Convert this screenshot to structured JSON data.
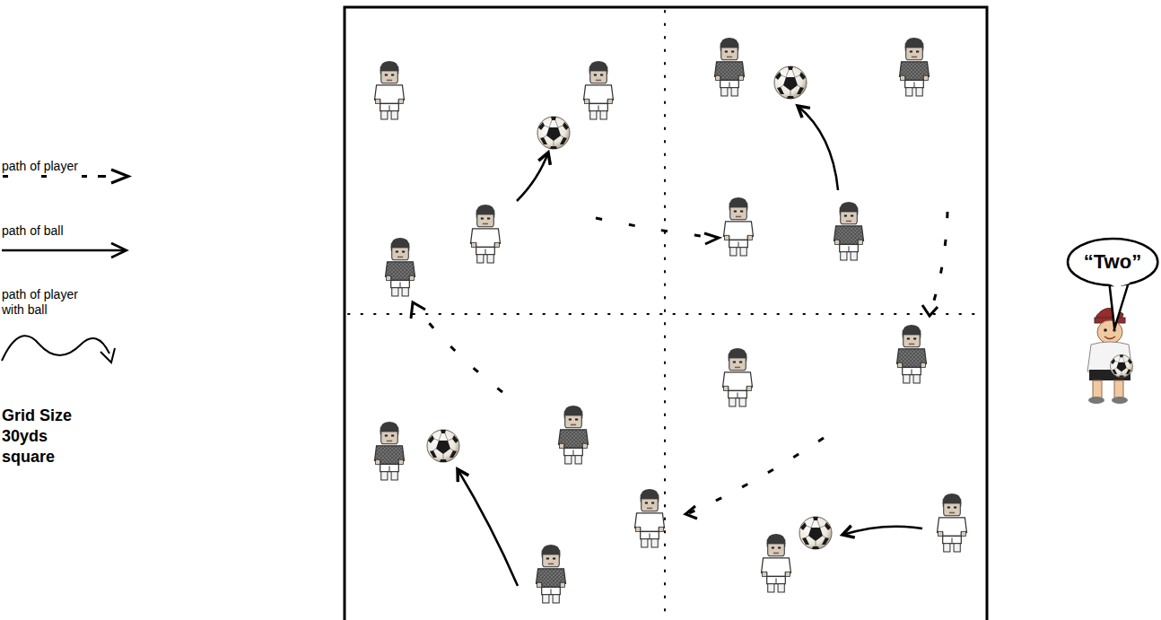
{
  "diagram": {
    "nodes": [
      {
        "text": [
          "“Two”"
        ]
      }
    ],
    "labels": [
      "Grid Size 30yds square"
    ],
    "legend": [
      {
        "text": "path of player"
      },
      {
        "text": "path of ball"
      },
      {
        "text": "path of player with ball"
      }
    ]
  }
}
